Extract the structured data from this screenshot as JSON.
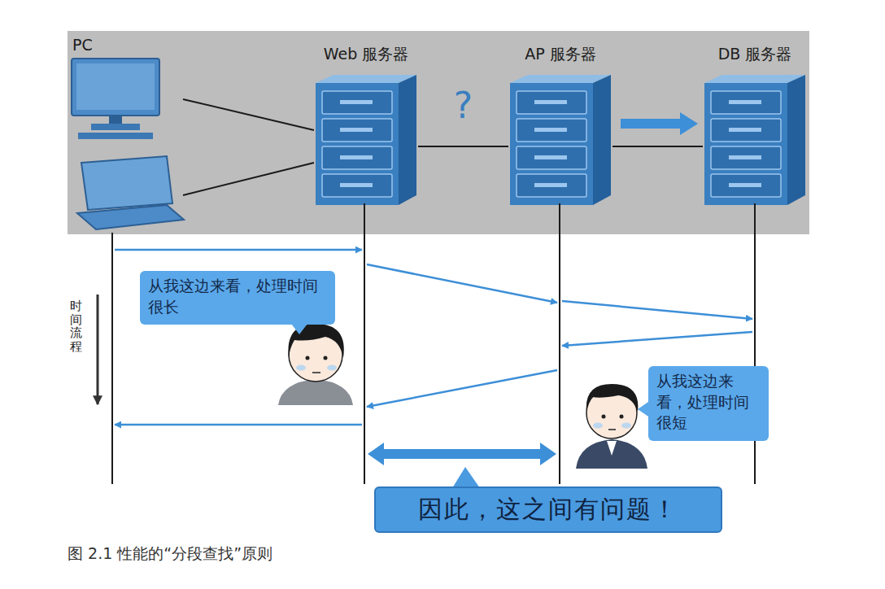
{
  "diagram": {
    "caption": "图 2.1 性能的“分段查找”原则",
    "nodes": [
      {
        "text": [
          "PC"
        ]
      },
      {
        "text": [
          "Web 服务器"
        ]
      },
      {
        "text": [
          "AP 服务器"
        ]
      },
      {
        "text": [
          "DB 服务器"
        ]
      },
      {
        "text": [
          "从我这边来看，处理时间很长"
        ]
      },
      {
        "text": [
          "从我这边来看，处理时间很短"
        ]
      },
      {
        "text": [
          "因此，这之间有问题！"
        ]
      }
    ],
    "edges": [
      {
        "from": 0,
        "to": 1,
        "arrow": "none"
      },
      {
        "from": 0,
        "to": 1,
        "arrow": "none"
      },
      {
        "from": 1,
        "to": 2,
        "label": "?",
        "arrow": "none"
      },
      {
        "from": 2,
        "to": 3,
        "arrow": "none"
      },
      {
        "from": 2,
        "to": 3,
        "arrow": "to"
      }
    ],
    "labels": [
      "时间流程"
    ]
  }
}
